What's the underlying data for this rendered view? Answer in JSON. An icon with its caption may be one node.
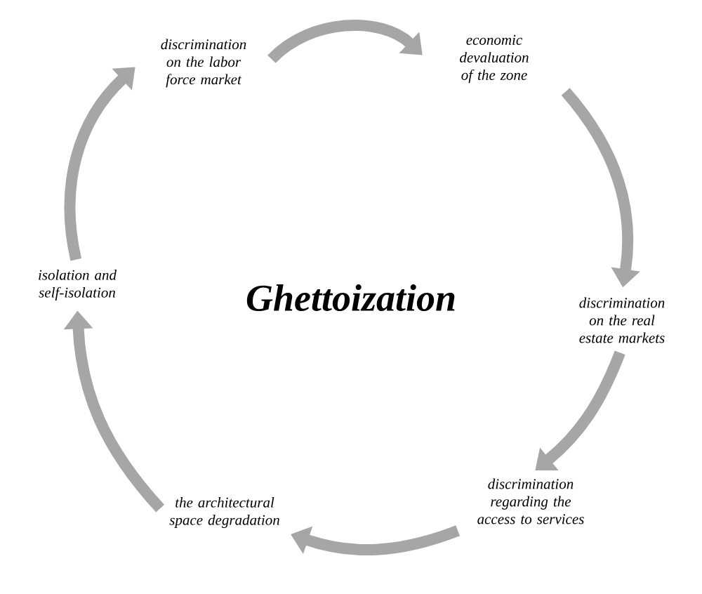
{
  "diagram": {
    "title": "Ghettoization",
    "nodes": [
      {
        "text": [
          "discrimination on the labor force market"
        ]
      },
      {
        "text": [
          "economic devaluation of the zone"
        ]
      },
      {
        "text": [
          "discrimination on the real estate markets"
        ]
      },
      {
        "text": [
          "discrimination regarding the access to services"
        ]
      },
      {
        "text": [
          "the architectural space degradation"
        ]
      },
      {
        "text": [
          "isolation and self-isolation"
        ]
      }
    ],
    "edges": [
      {
        "from": 0,
        "to": 1,
        "arrow": "to"
      },
      {
        "from": 1,
        "to": 2,
        "arrow": "to"
      },
      {
        "from": 2,
        "to": 3,
        "arrow": "to"
      },
      {
        "from": 3,
        "to": 4,
        "arrow": "to"
      },
      {
        "from": 4,
        "to": 5,
        "arrow": "to"
      },
      {
        "from": 5,
        "to": 0,
        "arrow": "to"
      }
    ]
  }
}
